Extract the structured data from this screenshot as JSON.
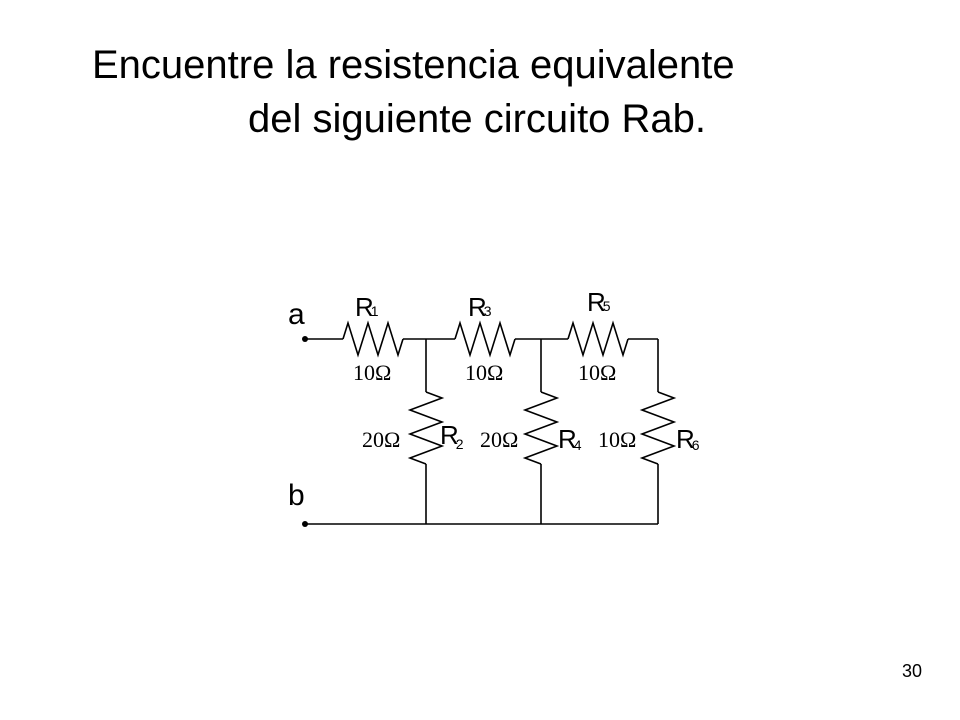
{
  "slide": {
    "title_line1": "Encuentre la resistencia equivalente",
    "title_line2": "del siguiente circuito Rab.",
    "number": "30"
  },
  "circuit": {
    "terminals": {
      "a": "a",
      "b": "b"
    },
    "resistors": [
      {
        "id": "r1",
        "letter": "R",
        "sub": "1",
        "value": "10Ω",
        "orientation": "series"
      },
      {
        "id": "r3",
        "letter": "R",
        "sub": "3",
        "value": "10Ω",
        "orientation": "series"
      },
      {
        "id": "r5",
        "letter": "R",
        "sub": "5",
        "value": "10Ω",
        "orientation": "series"
      },
      {
        "id": "r2",
        "letter": "R",
        "sub": "2",
        "value": "20Ω",
        "orientation": "shunt"
      },
      {
        "id": "r4",
        "letter": "R",
        "sub": "4",
        "value": "20Ω",
        "orientation": "shunt"
      },
      {
        "id": "r6",
        "letter": "R",
        "sub": "6",
        "value": "10Ω",
        "orientation": "shunt"
      }
    ],
    "colors": {
      "ink": "#000000",
      "background": "#ffffff"
    }
  }
}
